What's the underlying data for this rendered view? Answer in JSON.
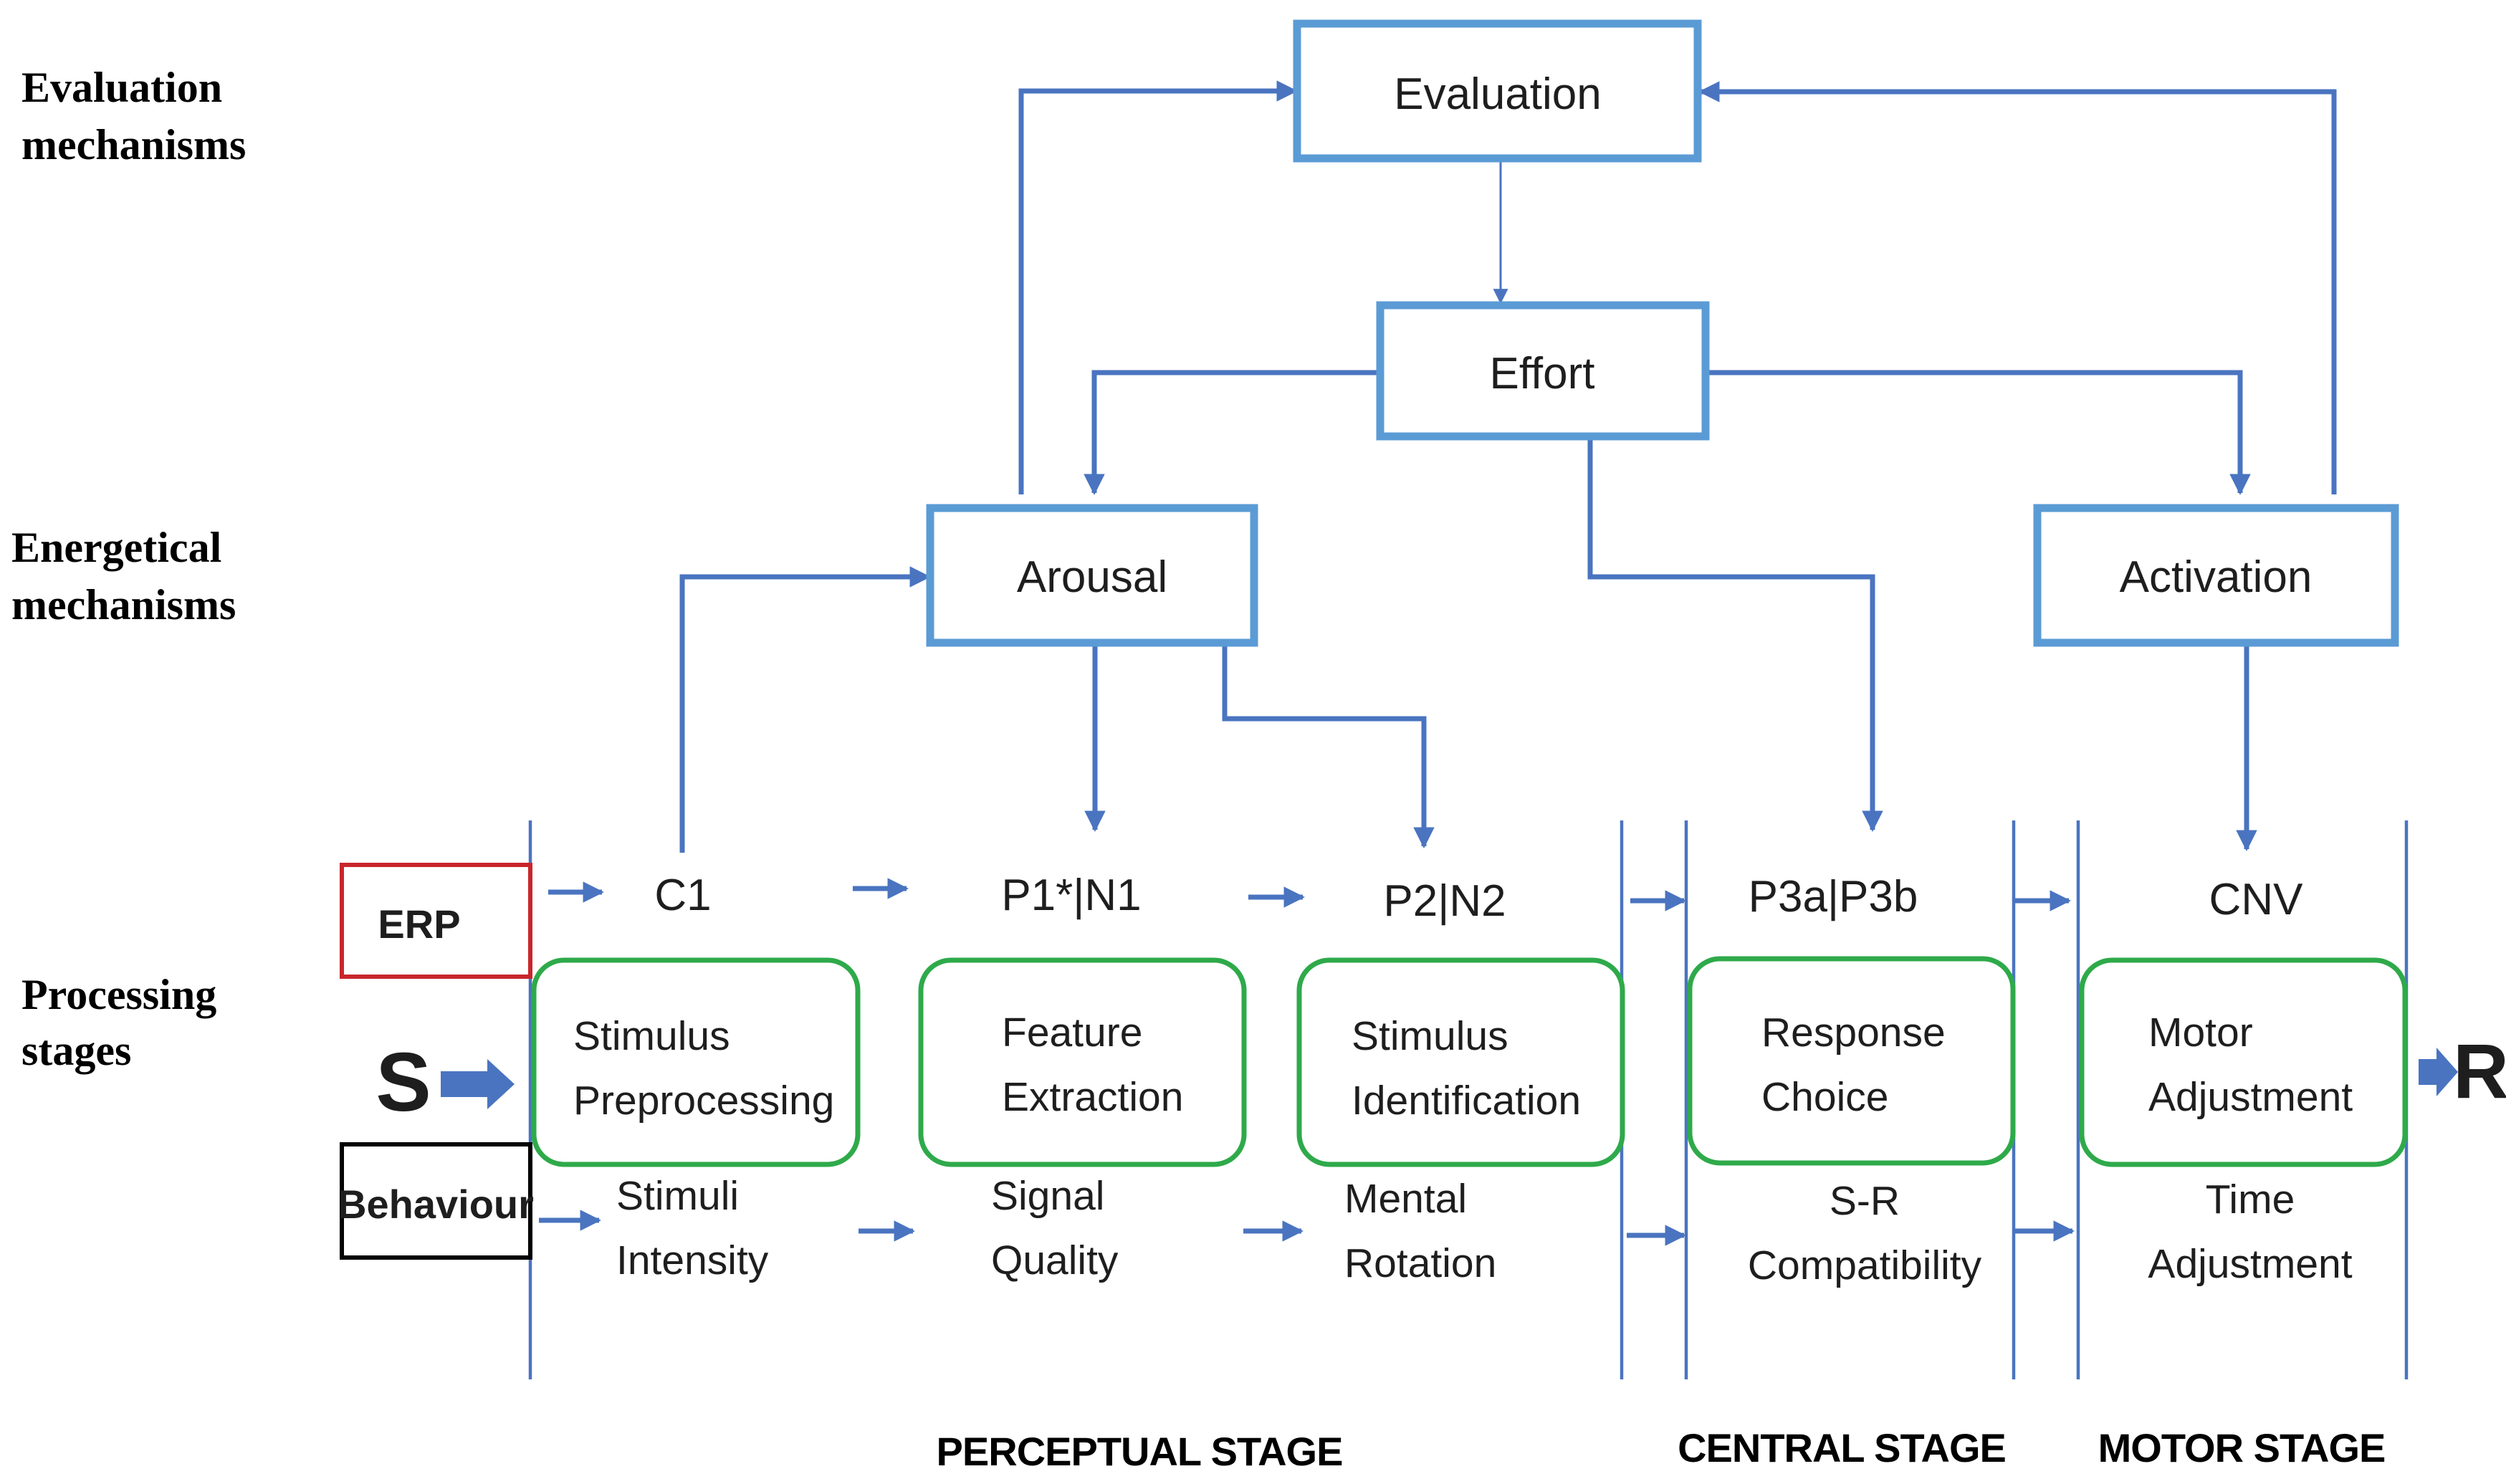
{
  "side_labels": {
    "evaluation": [
      "Evaluation",
      "mechanisms"
    ],
    "energetical": [
      "Energetical",
      "mechanisms"
    ],
    "processing": [
      "Processing",
      "stages"
    ]
  },
  "boxes": {
    "evaluation": "Evaluation",
    "effort": "Effort",
    "arousal": "Arousal",
    "activation": "Activation"
  },
  "legend": {
    "erp": "ERP",
    "behaviour": "Behaviour",
    "stimulus": "S",
    "response": "R"
  },
  "erp_components": [
    "C1",
    "P1*|N1",
    "P2|N2",
    "P3a|P3b",
    "CNV"
  ],
  "stages": [
    [
      "Stimulus",
      "Preprocessing"
    ],
    [
      "Feature",
      "Extraction"
    ],
    [
      "Stimulus",
      "Identification"
    ],
    [
      "Response",
      "Choice"
    ],
    [
      "Motor",
      "Adjustment"
    ]
  ],
  "behaviour_factors": [
    [
      "Stimuli",
      "Intensity"
    ],
    [
      "Signal",
      "Quality"
    ],
    [
      "Mental",
      "Rotation"
    ],
    [
      "S-R",
      "Compatibility"
    ],
    [
      "Time",
      "Adjustment"
    ]
  ],
  "stage_groups": {
    "perceptual": "PERCEPTUAL STAGE",
    "central": "CENTRAL STAGE",
    "motor": "MOTOR STAGE"
  },
  "colors": {
    "blue_box": "#5b9bd5",
    "connector": "#4a74c0",
    "stage_box": "#2eaa4a",
    "erp_box": "#c8262c",
    "behaviour_box": "#000000"
  }
}
